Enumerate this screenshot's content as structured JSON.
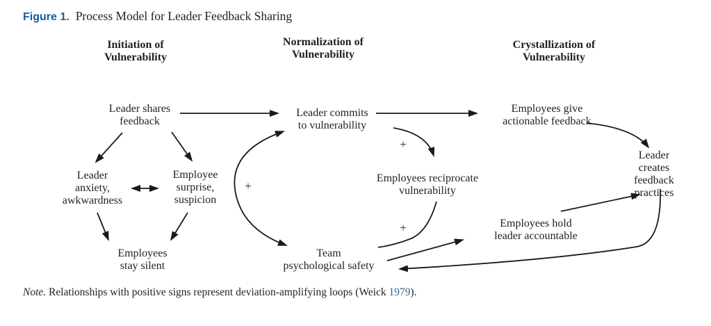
{
  "figure": {
    "label": "Figure 1.",
    "title": "Process Model for Leader Feedback Sharing"
  },
  "columns": [
    {
      "id": "initiation",
      "label": "Initiation of\nVulnerability"
    },
    {
      "id": "normalization",
      "label": "Normalization of\nVulnerability"
    },
    {
      "id": "crystallization",
      "label": "Crystallization of\nVulnerability"
    }
  ],
  "nodes": {
    "leader_shares": {
      "label": "Leader shares\nfeedback"
    },
    "leader_anxiety": {
      "label": "Leader\nanxiety,\nawkwardness"
    },
    "employee_surprise": {
      "label": "Employee\nsurprise,\nsuspicion"
    },
    "employees_silent": {
      "label": "Employees\nstay silent"
    },
    "leader_commits": {
      "label": "Leader commits\nto vulnerability"
    },
    "employees_reciprocate": {
      "label": "Employees reciprocate\nvulnerability"
    },
    "team_safety": {
      "label": "Team\npsychological safety"
    },
    "employees_feedback": {
      "label": "Employees give\nactionable feedback"
    },
    "leader_practices": {
      "label": "Leader creates\nfeedback practices"
    },
    "employees_accountable": {
      "label": "Employees hold\nleader accountable"
    }
  },
  "plus_sign": "+",
  "edges": [
    {
      "from": "leader_shares",
      "to": "leader_commits",
      "style": "straight"
    },
    {
      "from": "leader_shares",
      "to": "leader_anxiety",
      "style": "straight"
    },
    {
      "from": "leader_shares",
      "to": "employee_surprise",
      "style": "straight"
    },
    {
      "from": "leader_anxiety",
      "to": "employee_surprise",
      "style": "straight",
      "bidirectional": true
    },
    {
      "from": "leader_anxiety",
      "to": "employees_silent",
      "style": "straight"
    },
    {
      "from": "employee_surprise",
      "to": "employees_silent",
      "style": "straight"
    },
    {
      "from": "leader_commits",
      "to": "employees_feedback",
      "style": "straight"
    },
    {
      "from": "leader_commits",
      "to": "employees_reciprocate",
      "style": "curved",
      "sign": "+"
    },
    {
      "from": "employees_reciprocate",
      "to": "team_safety",
      "style": "curved",
      "sign": "+"
    },
    {
      "from": "team_safety",
      "to": "leader_commits",
      "style": "curved",
      "bidirectional": true,
      "sign": "+"
    },
    {
      "from": "team_safety",
      "to": "employees_accountable",
      "style": "straight"
    },
    {
      "from": "employees_accountable",
      "to": "leader_practices",
      "style": "straight"
    },
    {
      "from": "employees_feedback",
      "to": "leader_practices",
      "style": "curved"
    },
    {
      "from": "leader_practices",
      "to": "team_safety",
      "style": "curved"
    }
  ],
  "note": {
    "prefix": "Note.",
    "body": " Relationships with positive signs represent deviation-amplifying loops (Weick ",
    "year": "1979",
    "suffix": ")."
  },
  "colors": {
    "figure_label": "#1b5aa5",
    "text": "#231f20",
    "arrow": "#1a1a1a",
    "year_link": "#33648f",
    "background": "#ffffff"
  }
}
